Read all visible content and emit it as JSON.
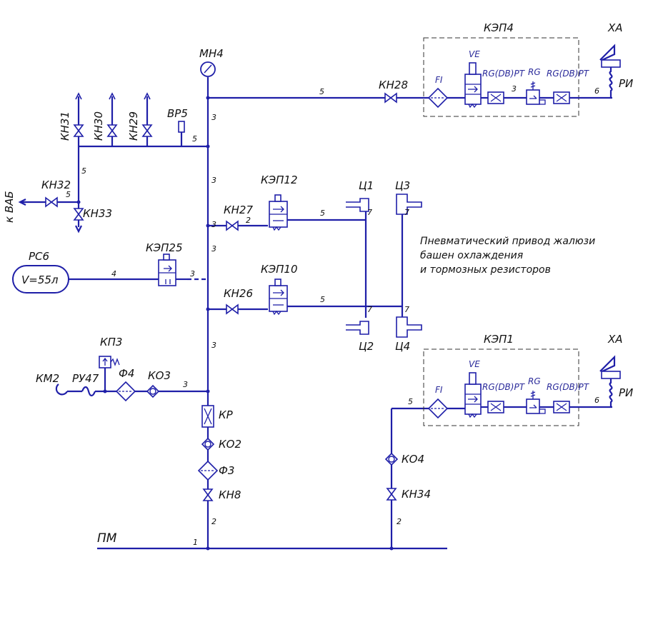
{
  "labels": {
    "mn4": "МН4",
    "kn31": "КН31",
    "kn30": "КН30",
    "kn29": "КН29",
    "vr5": "ВР5",
    "kn32": "КН32",
    "kn33": "КН33",
    "k_vab": "к ВАБ",
    "kep12": "КЭП12",
    "kn27": "КН27",
    "kep25": "КЭП25",
    "rs6": "РС6",
    "rs6_volume": "V=55л",
    "kep10": "КЭП10",
    "kn26": "КН26",
    "c1": "Ц1",
    "c2": "Ц2",
    "c3": "Ц3",
    "c4": "Ц4",
    "kp3": "КП3",
    "km2": "КМ2",
    "ru47": "РУ47",
    "f4": "Ф4",
    "ko3": "КО3",
    "kr": "КР",
    "ko2": "КО2",
    "f3": "Ф3",
    "kn8": "КН8",
    "pm": "ПМ",
    "kep4": "КЭП4",
    "kep1": "КЭП1",
    "kn28": "КН28",
    "ko4": "КО4",
    "kn34": "КН34",
    "xa_top": "ХА",
    "ri_top": "РИ",
    "xa_bottom": "ХА",
    "ri_bottom": "РИ",
    "fi_top": "FI",
    "ve_top": "VE",
    "rg_top": "RG",
    "rgdbpt1_top": "RG(DB)PT",
    "rgdbpt2_top": "RG(DB)PT",
    "fi_bottom": "FI",
    "ve_bottom": "VE",
    "rg_bottom": "RG",
    "rgdbpt1_bottom": "RG(DB)PT",
    "rgdbpt2_bottom": "RG(DB)PT"
  },
  "note": {
    "line1": "Пневматический привод жалюзи",
    "line2": "башен охлаждения",
    "line3": "и тормозных резисторов"
  },
  "line_numbers": {
    "n1": "1",
    "n2a": "2",
    "n2b": "2",
    "n2c": "2",
    "n3a": "3",
    "n3b": "3",
    "n3c": "3",
    "n3d": "3",
    "n3e": "3",
    "n3f": "3",
    "n3g": "3",
    "n4": "4",
    "n5a": "5",
    "n5b": "5",
    "n5c": "5",
    "n5d": "5",
    "n5e": "5",
    "n5f": "5",
    "n5g": "5",
    "n6a": "6",
    "n6b": "6",
    "n7a": "7",
    "n7b": "7",
    "n7c": "7",
    "n7d": "7",
    "n3h": "3"
  }
}
